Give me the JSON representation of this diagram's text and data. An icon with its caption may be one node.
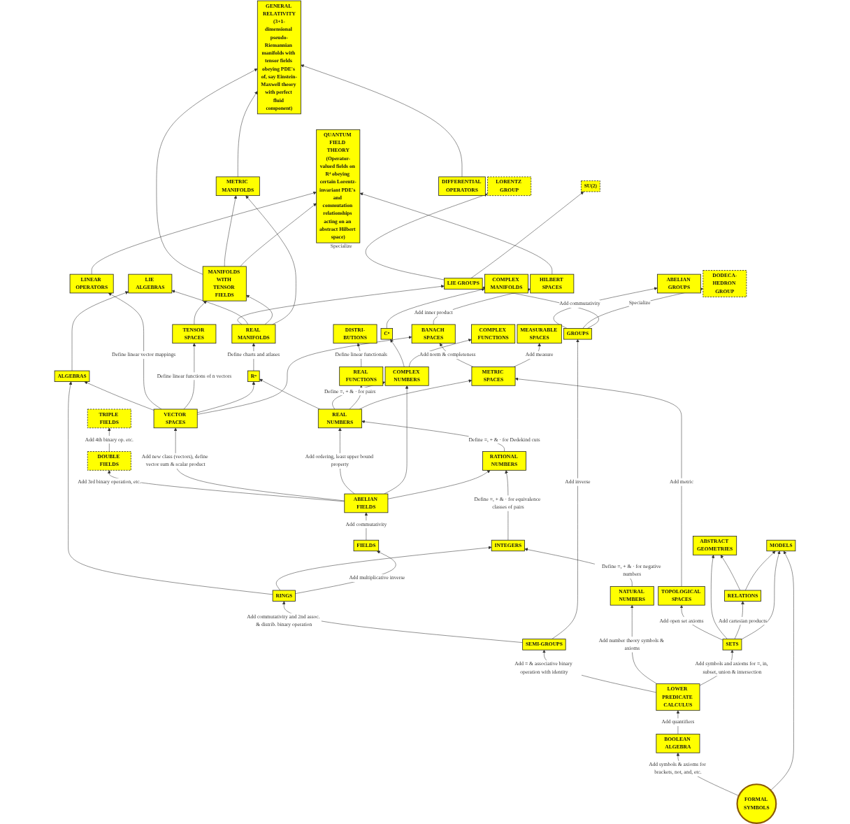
{
  "diagram": {
    "nodes": [
      {
        "text": [
          "LORENTZ GROUP"
        ]
      },
      {
        "text": [
          "SU(2)"
        ]
      },
      {
        "text": [
          "GENERAL RELATIVITY",
          "(3+1-dimensional pseudo-Riemannian manifolds with tensor fields obeying PDE's of, say Einstein-Maxwell theory with perfect fluid component)"
        ]
      },
      {
        "text": [
          "QUANTUM FIELD THEORY",
          "(Operator-valued fields on R⁴ obeying certain Lorentz-invariant PDE's and commutation relationships acting on an abstract Hilbert space)"
        ]
      },
      {
        "text": [
          "LIE GROUPS"
        ]
      },
      {
        "text": [
          "LIE ALGEBRAS"
        ]
      },
      {
        "text": [
          "DIFFERENTIAL OPERATORS"
        ]
      },
      {
        "text": [
          "MANIFOLDS WITH TENSOR FIELDS"
        ]
      },
      {
        "text": [
          "METRIC MANIFOLDS"
        ]
      },
      {
        "text": [
          "ALGEBRAS"
        ]
      },
      {
        "text": [
          "LINEAR OPERATORS"
        ]
      },
      {
        "text": [
          "TENSOR SPACES"
        ]
      },
      {
        "text": [
          "REAL MANIFOLDS"
        ]
      },
      {
        "text": [
          "COMPLEX MANIFOLDS"
        ]
      },
      {
        "text": [
          "HILBERT SPACES"
        ]
      },
      {
        "text": [
          "DISTRI-BUTIONS"
        ]
      },
      {
        "text": [
          "TRIPLE FIELDS"
        ]
      },
      {
        "text": [
          "Rⁿ"
        ]
      },
      {
        "text": [
          "Cⁿ"
        ]
      },
      {
        "text": [
          "BANACH SPACES"
        ]
      },
      {
        "text": [
          "REAL FUNCTIONS"
        ]
      },
      {
        "text": [
          "VECTOR SPACES"
        ]
      },
      {
        "text": [
          "DOUBLE FIELDS"
        ]
      },
      {
        "text": [
          "REAL NUMBERS"
        ]
      },
      {
        "text": [
          "COMPLEX NUMBERS"
        ]
      },
      {
        "text": [
          "COMPLEX FUNCTIONS"
        ]
      },
      {
        "text": [
          "ABELIAN FIELDS"
        ]
      },
      {
        "text": [
          "MEASURABLE SPACES"
        ]
      },
      {
        "text": [
          "RATIONAL NUMBERS"
        ]
      },
      {
        "text": [
          "METRIC SPACES"
        ]
      },
      {
        "text": [
          "ABELIAN GROUPS"
        ]
      },
      {
        "text": [
          "FIELDS"
        ]
      },
      {
        "text": [
          "INTEGERS"
        ]
      },
      {
        "text": [
          "GROUPS"
        ]
      },
      {
        "text": [
          "RINGS"
        ]
      },
      {
        "text": [
          "TOPOLOGICAL SPACES"
        ]
      },
      {
        "text": [
          "NATURAL NUMBERS"
        ]
      },
      {
        "text": [
          "ABSTRACT GEOMETRIES"
        ]
      },
      {
        "text": [
          "SEMI-GROUPS"
        ]
      },
      {
        "text": [
          "DODECA-HEDRON GROUP"
        ]
      },
      {
        "text": [
          "LOWER PREDICATE CALCULUS"
        ]
      },
      {
        "text": [
          "SETS"
        ]
      },
      {
        "text": [
          "RELATIONS"
        ]
      },
      {
        "text": [
          "BOOLEAN ALGEBRA"
        ]
      },
      {
        "text": [
          "MODELS"
        ]
      },
      {
        "text": [
          "FORMAL SYMBOLS"
        ]
      }
    ],
    "edges": [
      {
        "from": 4,
        "to": 0,
        "arrow": "to",
        "label": "Specialize"
      },
      {
        "from": 4,
        "to": 1,
        "arrow": "to"
      },
      {
        "from": 6,
        "to": 2,
        "arrow": "to"
      },
      {
        "from": 7,
        "to": 2,
        "arrow": "to"
      },
      {
        "from": 7,
        "to": 8,
        "arrow": "to"
      },
      {
        "from": 8,
        "to": 2,
        "arrow": "to"
      },
      {
        "from": 7,
        "to": 3,
        "arrow": "to"
      },
      {
        "from": 10,
        "to": 3,
        "arrow": "to"
      },
      {
        "from": 14,
        "to": 3,
        "arrow": "to"
      },
      {
        "from": 9,
        "to": 5,
        "arrow": "to"
      },
      {
        "from": 12,
        "to": 4,
        "arrow": "to"
      },
      {
        "from": 12,
        "to": 5,
        "arrow": "to"
      },
      {
        "from": 11,
        "to": 7,
        "arrow": "to"
      },
      {
        "from": 12,
        "to": 7,
        "arrow": "to"
      },
      {
        "from": 12,
        "to": 8,
        "arrow": "to"
      },
      {
        "from": 17,
        "to": 12,
        "arrow": "to",
        "label": "Define charts and atlases"
      },
      {
        "from": 18,
        "to": 13,
        "arrow": "to"
      },
      {
        "from": 19,
        "to": 14,
        "arrow": "to",
        "label": "Add inner product"
      },
      {
        "from": 20,
        "to": 15,
        "arrow": "to",
        "label": "Define linear functionals"
      },
      {
        "from": 21,
        "to": 9,
        "arrow": "to"
      },
      {
        "from": 34,
        "to": 9,
        "arrow": "to"
      },
      {
        "from": 21,
        "to": 10,
        "arrow": "to",
        "label": "Define linear vector mappings"
      },
      {
        "from": 21,
        "to": 11,
        "arrow": "to",
        "label": "Define linear functions of n vectors"
      },
      {
        "from": 21,
        "to": 17,
        "arrow": "to"
      },
      {
        "from": 21,
        "to": 19,
        "arrow": "to"
      },
      {
        "from": 22,
        "to": 16,
        "arrow": "to",
        "label": "Add 4th binary op. etc."
      },
      {
        "from": 26,
        "to": 22,
        "arrow": "to",
        "label": "Add 3rd binary operation, etc."
      },
      {
        "from": 26,
        "to": 21,
        "arrow": "to",
        "label": "Add new class (vectors), define vector sum & scalar product"
      },
      {
        "from": 26,
        "to": 23,
        "arrow": "to",
        "label": "Add ordering, least upper bound property"
      },
      {
        "from": 26,
        "to": 24,
        "arrow": "to"
      },
      {
        "from": 26,
        "to": 28,
        "arrow": "to"
      },
      {
        "from": 23,
        "to": 17,
        "arrow": "to"
      },
      {
        "from": 23,
        "to": 24,
        "arrow": "to",
        "label": "Define =, + & · for pairs"
      },
      {
        "from": 23,
        "to": 20,
        "arrow": "to"
      },
      {
        "from": 23,
        "to": 29,
        "arrow": "to"
      },
      {
        "from": 24,
        "to": 18,
        "arrow": "to"
      },
      {
        "from": 24,
        "to": 25,
        "arrow": "to"
      },
      {
        "from": 28,
        "to": 23,
        "arrow": "to",
        "label": "Define =, + & · for Dedekind cuts"
      },
      {
        "from": 32,
        "to": 28,
        "arrow": "to",
        "label": "Define =, + & · for equivalence classes of pairs"
      },
      {
        "from": 36,
        "to": 32,
        "arrow": "to",
        "label": "Define =, + & · for negative numbers"
      },
      {
        "from": 34,
        "to": 32,
        "arrow": "to"
      },
      {
        "from": 31,
        "to": 26,
        "arrow": "to",
        "label": "Add commutativity"
      },
      {
        "from": 34,
        "to": 31,
        "arrow": "to",
        "label": "Add multiplicative inverse"
      },
      {
        "from": 38,
        "to": 34,
        "arrow": "to",
        "label": "Add commutativity and 2nd assoc. & distrib. binary operation"
      },
      {
        "from": 38,
        "to": 33,
        "arrow": "to",
        "label": "Add inverse"
      },
      {
        "from": 33,
        "to": 30,
        "arrow": "to",
        "label": "Add commutativity"
      },
      {
        "from": 33,
        "to": 39,
        "arrow": "to",
        "label": "Specialize"
      },
      {
        "from": 33,
        "to": 4,
        "arrow": "to"
      },
      {
        "from": 40,
        "to": 38,
        "arrow": "to",
        "label": "Add = & associative binary operation with identity"
      },
      {
        "from": 40,
        "to": 36,
        "arrow": "to",
        "label": "Add number theory symbols & axioms"
      },
      {
        "from": 40,
        "to": 41,
        "arrow": "to",
        "label": "Add symbols and axioms for =, in, subset, union & intersection"
      },
      {
        "from": 29,
        "to": 19,
        "arrow": "to",
        "label": "Add norm & completeness"
      },
      {
        "from": 29,
        "to": 27,
        "arrow": "to",
        "label": "Add measure"
      },
      {
        "from": 35,
        "to": 29,
        "arrow": "to",
        "label": "Add metric"
      },
      {
        "from": 41,
        "to": 35,
        "arrow": "to",
        "label": "Add open set axioms"
      },
      {
        "from": 41,
        "to": 37,
        "arrow": "to"
      },
      {
        "from": 41,
        "to": 42,
        "arrow": "to",
        "label": "Add cartesian products"
      },
      {
        "from": 42,
        "to": 37,
        "arrow": "to"
      },
      {
        "from": 41,
        "to": 44,
        "arrow": "to"
      },
      {
        "from": 42,
        "to": 44,
        "arrow": "to"
      },
      {
        "from": 43,
        "to": 40,
        "arrow": "to",
        "label": "Add quantifiers"
      },
      {
        "from": 45,
        "to": 43,
        "arrow": "to",
        "label": "Add symbols & axioms for brackets, not, and, etc."
      },
      {
        "from": 45,
        "to": 44,
        "arrow": "to"
      }
    ]
  }
}
